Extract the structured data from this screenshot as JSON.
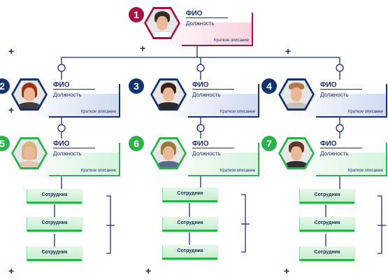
{
  "colors": {
    "top": "#a31445",
    "top_soft": "#f6d2dd",
    "mid": "#13336c",
    "mid_soft": "#cfdaf2",
    "low": "#2bb24b",
    "low_soft": "#d6f2dc",
    "line": "#1d2c6b"
  },
  "cards": [
    {
      "number": "1",
      "fio": "ФИО",
      "position": "Должность",
      "description": "Краткое описание"
    },
    {
      "number": "2",
      "fio": "ФИО",
      "position": "Должность",
      "description": "Краткое описание"
    },
    {
      "number": "3",
      "fio": "ФИО",
      "position": "Должность",
      "description": "Краткое описание"
    },
    {
      "number": "4",
      "fio": "ФИО",
      "position": "Должность",
      "description": "Краткое описание"
    },
    {
      "number": "5",
      "fio": "ФИО",
      "position": "Должность",
      "description": "Краткое описание"
    },
    {
      "number": "6",
      "fio": "ФИО",
      "position": "Должность",
      "description": "Краткое описание"
    },
    {
      "number": "7",
      "fio": "ФИО",
      "position": "Должность",
      "description": "Краткое описание"
    }
  ],
  "employee_label": "Сотрудник",
  "plus_icon": "+"
}
